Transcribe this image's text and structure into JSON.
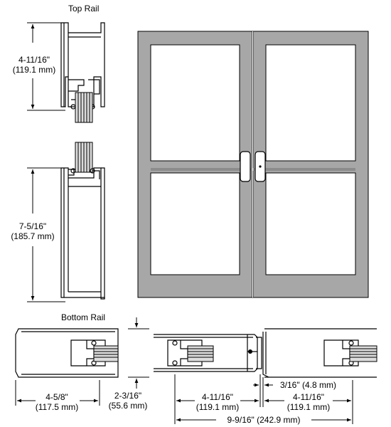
{
  "labels": {
    "top_rail": "Top Rail",
    "bottom_rail": "Bottom Rail"
  },
  "dimensions": {
    "top_rail_height_in": "4-11/16\"",
    "top_rail_height_mm": "(119.1 mm)",
    "bottom_rail_height_in": "7-5/16\"",
    "bottom_rail_height_mm": "(185.7 mm)",
    "rail_depth_in": "4-5/8\"",
    "rail_depth_mm": "(117.5 mm)",
    "stile_width_in": "2-3/16\"",
    "stile_width_mm": "(55.6 mm)",
    "meeting_stile_left_in": "4-11/16\"",
    "meeting_stile_left_mm": "(119.1 mm)",
    "gap": "3/16\" (4.8 mm)",
    "meeting_stile_right_in": "4-11/16\"",
    "meeting_stile_right_mm": "(119.1 mm)",
    "overall": "9-9/16\" (242.9 mm)"
  },
  "colors": {
    "door_fill": "#a7a7a7",
    "glass": "#ffffff",
    "line": "#000000"
  }
}
